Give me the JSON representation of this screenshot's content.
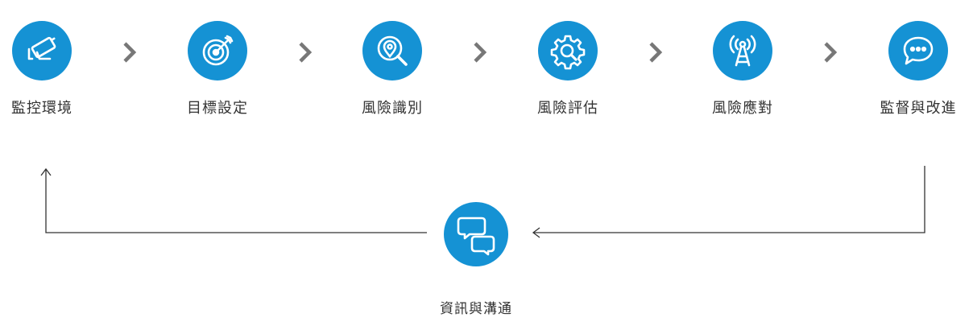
{
  "steps": [
    {
      "label": "監控環境",
      "icon": "cctv-camera-icon"
    },
    {
      "label": "目標設定",
      "icon": "target-icon"
    },
    {
      "label": "風險識別",
      "icon": "location-search-icon"
    },
    {
      "label": "風險評估",
      "icon": "gear-search-icon"
    },
    {
      "label": "風險應對",
      "icon": "broadcast-tower-icon"
    },
    {
      "label": "監督與改進",
      "icon": "chat-bubble-icon"
    }
  ],
  "communication": {
    "label": "資訊與溝通",
    "icon": "conversation-icon"
  },
  "colors": {
    "accent": "#1592d4",
    "chevron": "#777777",
    "line": "#333333"
  }
}
